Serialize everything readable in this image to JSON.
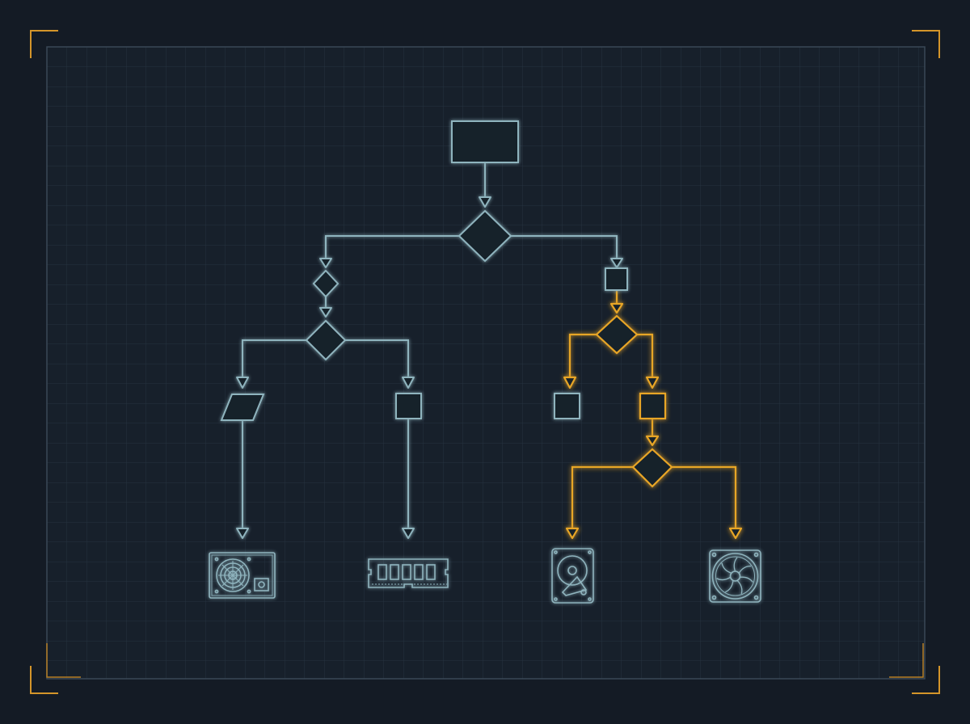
{
  "theme": {
    "background": "#141b25",
    "panel": "#17202b",
    "grid_minor": "#26323f",
    "grid_major": "#2d3a48",
    "border": "#3a4856",
    "line": "#8fb4be",
    "highlight": "#e8a628",
    "corner": "#d4952a"
  },
  "diagram": {
    "nodes": [
      {
        "id": "start",
        "shape": "process"
      },
      {
        "id": "decision-main",
        "shape": "decision"
      },
      {
        "id": "decision-left-small",
        "shape": "decision"
      },
      {
        "id": "process-right-small",
        "shape": "process"
      },
      {
        "id": "decision-left",
        "shape": "decision"
      },
      {
        "id": "decision-right",
        "shape": "decision",
        "highlighted": true
      },
      {
        "id": "io-left",
        "shape": "input-output"
      },
      {
        "id": "process-left-b",
        "shape": "process"
      },
      {
        "id": "process-right-a",
        "shape": "process"
      },
      {
        "id": "process-right-b",
        "shape": "process",
        "highlighted": true
      },
      {
        "id": "decision-bottom",
        "shape": "decision",
        "highlighted": true
      }
    ],
    "components": [
      {
        "id": "power-supply",
        "icon": "power-supply-icon"
      },
      {
        "id": "ram",
        "icon": "memory-module-icon"
      },
      {
        "id": "hard-drive",
        "icon": "hard-drive-icon",
        "highlighted": true
      },
      {
        "id": "fan",
        "icon": "cooling-fan-icon",
        "highlighted": true
      }
    ],
    "highlighted_path": [
      "process-right-small",
      "decision-right",
      "process-right-b",
      "decision-bottom",
      "hard-drive",
      "fan"
    ]
  }
}
